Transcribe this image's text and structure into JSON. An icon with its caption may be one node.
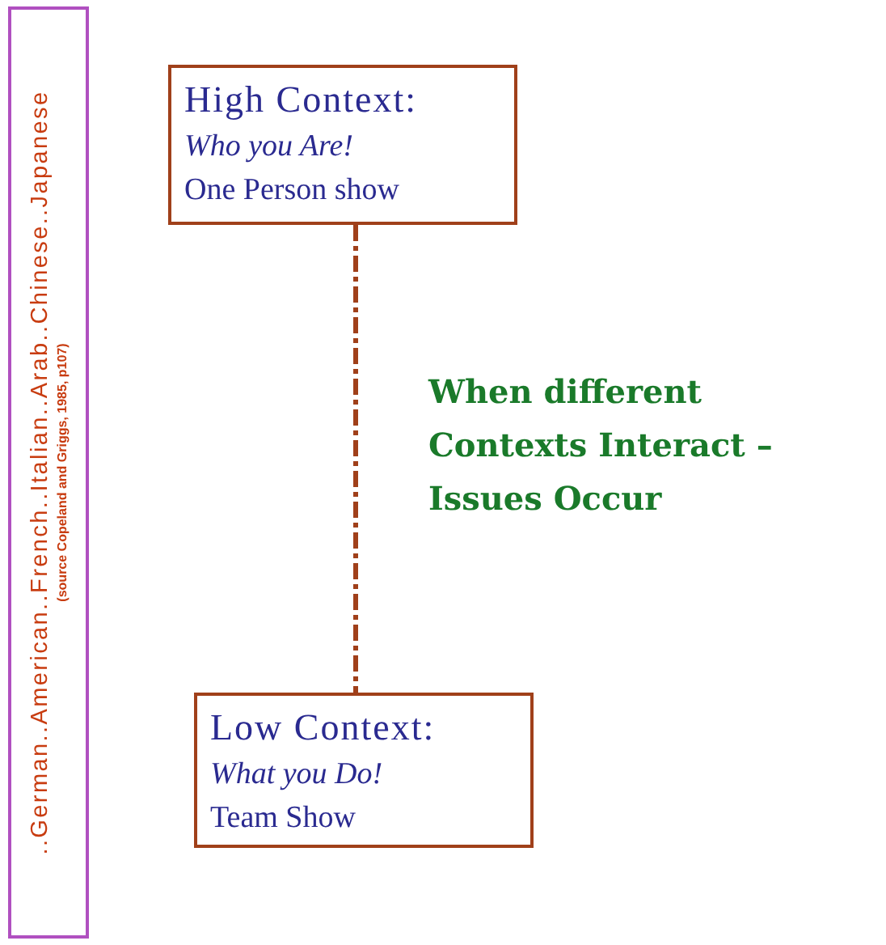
{
  "diagram": {
    "nodes": [
      {
        "text": [
          "..German..American..French..Italian..Arab..Chinese..Japanese",
          "(source Copeland and Griggs, 1985, p107)"
        ]
      },
      {
        "text": [
          "High Context:",
          "Who you Are!",
          "One Person show"
        ]
      },
      {
        "text": [
          "Low Context:",
          "What you Do!",
          "Team Show"
        ]
      }
    ],
    "edges": [
      {
        "from": 1,
        "to": 2,
        "arrow": "none",
        "style": "dashed",
        "color": "#a0401a"
      }
    ],
    "labels": [
      "When different Contexts Interact – Issues Occur"
    ]
  }
}
